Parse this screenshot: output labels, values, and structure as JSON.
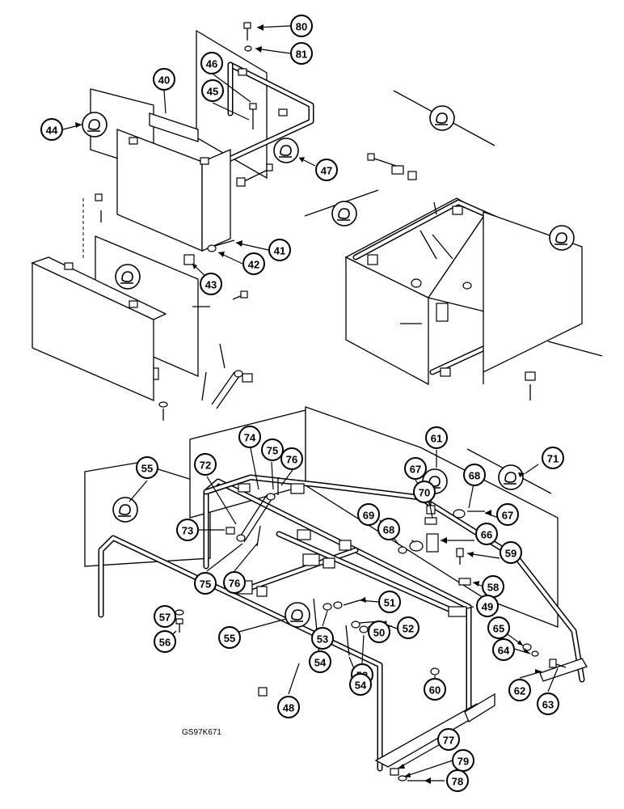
{
  "drawing_code": "GS97K671",
  "callouts": [
    "80",
    "81",
    "46",
    "40",
    "45",
    "44",
    "47",
    "41",
    "42",
    "43",
    "55",
    "74",
    "75",
    "76",
    "72",
    "73",
    "75",
    "76",
    "61",
    "67",
    "68",
    "71",
    "70",
    "67",
    "69",
    "68",
    "66",
    "59",
    "58",
    "57",
    "56",
    "55",
    "51",
    "53",
    "54",
    "52",
    "50",
    "53",
    "54",
    "49",
    "60",
    "48",
    "65",
    "64",
    "62",
    "63",
    "77",
    "79",
    "78"
  ]
}
